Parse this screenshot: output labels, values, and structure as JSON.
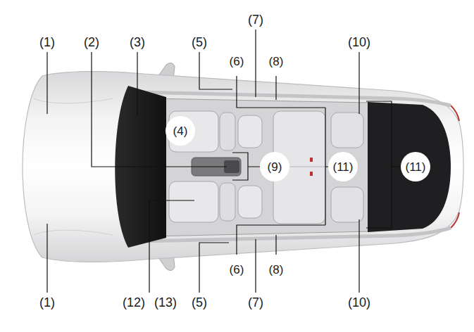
{
  "diagram": {
    "labels": [
      "(7)",
      "(1)",
      "(2)",
      "(3)",
      "(5)",
      "(10)",
      "(6)",
      "(8)",
      "(4)",
      "(9)",
      "(11)",
      "(11)",
      "(6)",
      "(8)",
      "(1)",
      "(12)",
      "(13)",
      "(5)",
      "(7)",
      "(10)"
    ]
  }
}
